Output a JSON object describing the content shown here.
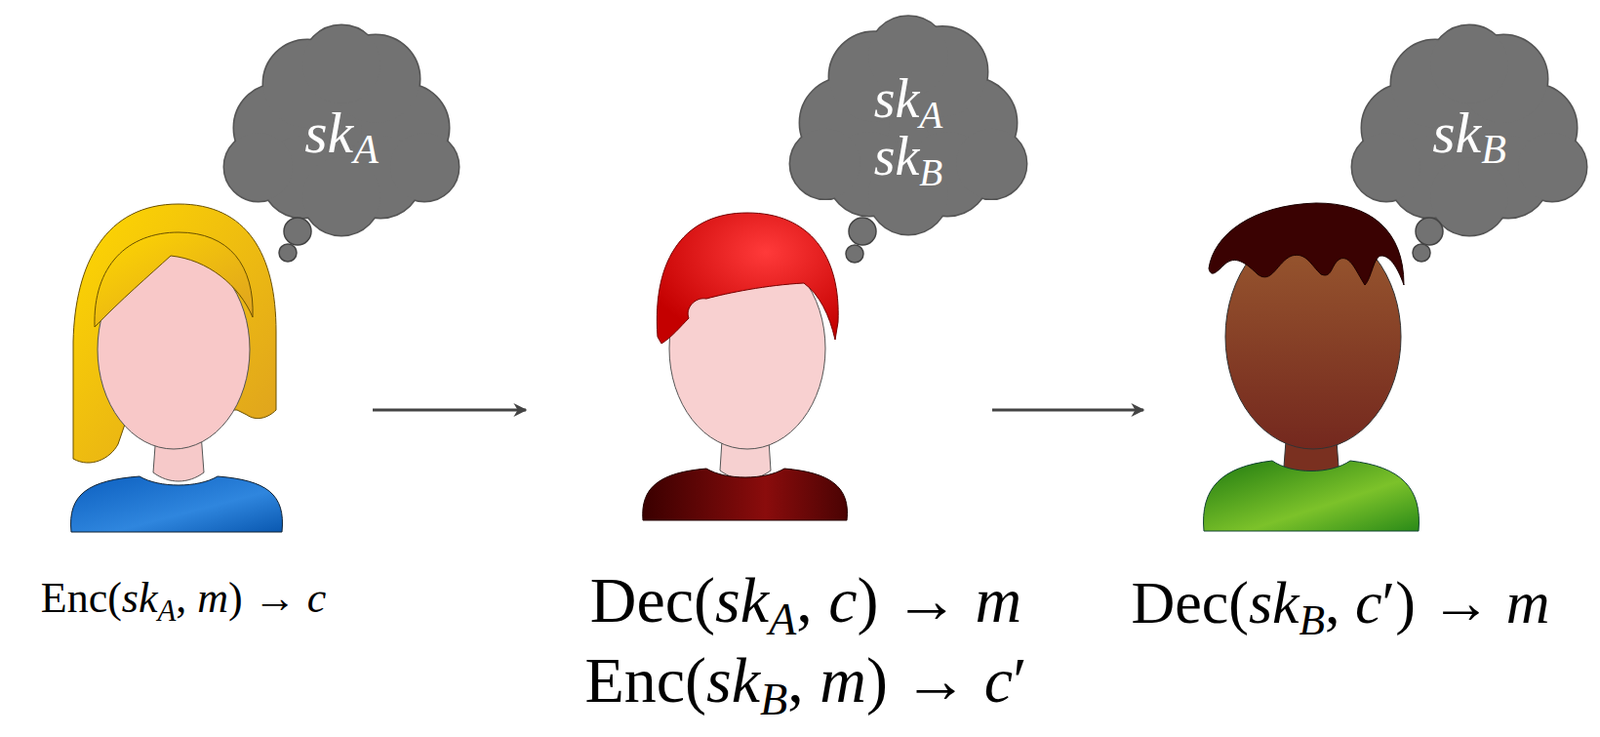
{
  "diagram": {
    "nodes": [
      {
        "text": [
          "skA"
        ]
      },
      {
        "text": [
          "Enc(skA, m) → c"
        ]
      },
      {
        "text": [
          "skA skB"
        ]
      },
      {
        "text": [
          "Dec(skA, c) → m",
          "Enc(skB, m) → c′"
        ]
      },
      {
        "text": [
          "skB"
        ]
      },
      {
        "text": [
          "Dec(skB, c′) → m"
        ]
      }
    ],
    "edges": [
      {
        "from": 1,
        "to": 3,
        "arrow": "to"
      },
      {
        "from": 3,
        "to": 5,
        "arrow": "to"
      }
    ]
  }
}
